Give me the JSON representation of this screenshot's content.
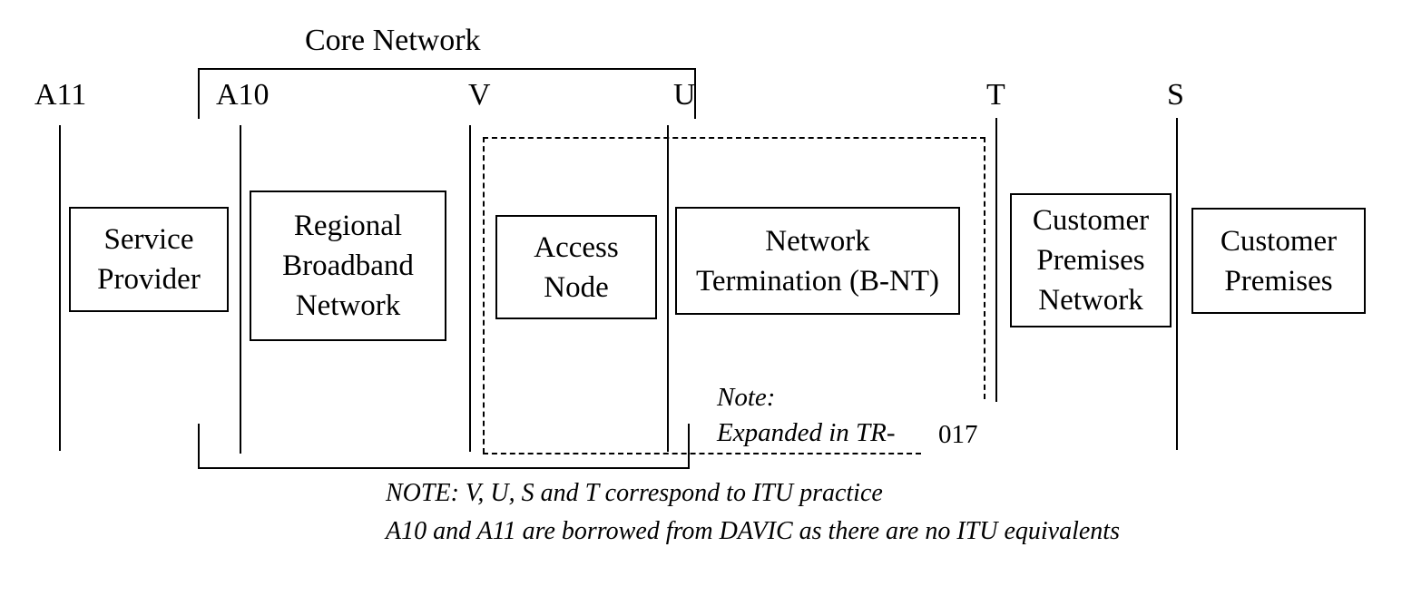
{
  "diagram": {
    "colors": {
      "ink": "#000000",
      "background": "#ffffff"
    },
    "core_network": {
      "label": "Core Network"
    },
    "reference_points": [
      {
        "label": "A11"
      },
      {
        "label": "A10"
      },
      {
        "label": "V"
      },
      {
        "label": "U"
      },
      {
        "label": "T"
      },
      {
        "label": "S"
      }
    ],
    "boxes": [
      {
        "name": "service-provider",
        "lines": [
          "Service",
          "Provider"
        ]
      },
      {
        "name": "regional-broadband-network",
        "lines": [
          "Regional",
          "Broadband",
          "Network"
        ]
      },
      {
        "name": "access-node",
        "lines": [
          "Access",
          "Node"
        ]
      },
      {
        "name": "network-termination",
        "lines": [
          "Network",
          "Termination (B-NT)"
        ]
      },
      {
        "name": "customer-premises-network",
        "lines": [
          "Customer",
          "Premises",
          "Network"
        ]
      },
      {
        "name": "customer-premises",
        "lines": [
          "Customer",
          "Premises"
        ]
      }
    ],
    "expansion_note": {
      "heading": "Note:",
      "body_italic": "Expanded in TR-",
      "body_upright": "017"
    },
    "footnote": {
      "line1": "NOTE: V, U, S and T correspond to ITU practice",
      "line2": "A10 and A11 are borrowed from DAVIC as there are no ITU equivalents"
    }
  }
}
